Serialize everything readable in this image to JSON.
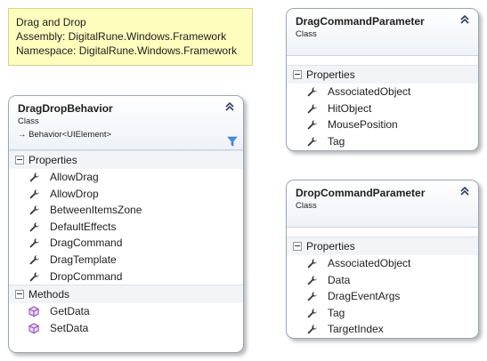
{
  "note": {
    "line1": "Drag and Drop",
    "line2": "Assembly: DigitalRune.Windows.Framework",
    "line3": "Namespace: DigitalRune.Windows.Framework"
  },
  "classes": {
    "drag_drop_behavior": {
      "name": "DragDropBehavior",
      "kind": "Class",
      "base": "Behavior<UIElement>",
      "properties_label": "Properties",
      "properties": [
        "AllowDrag",
        "AllowDrop",
        "BetweenItemsZone",
        "DefaultEffects",
        "DragCommand",
        "DragTemplate",
        "DropCommand"
      ],
      "methods_label": "Methods",
      "methods": [
        "GetData",
        "SetData"
      ]
    },
    "drag_command_parameter": {
      "name": "DragCommandParameter",
      "kind": "Class",
      "properties_label": "Properties",
      "properties": [
        "AssociatedObject",
        "HitObject",
        "MousePosition",
        "Tag"
      ]
    },
    "drop_command_parameter": {
      "name": "DropCommandParameter",
      "kind": "Class",
      "properties_label": "Properties",
      "properties": [
        "AssociatedObject",
        "Data",
        "DragEventArgs",
        "Tag",
        "TargetIndex"
      ]
    }
  },
  "icons": {
    "collapse": "double-chevron-up-icon",
    "property": "wrench-icon",
    "method": "cube-icon",
    "filter": "funnel-icon"
  },
  "colors": {
    "note_background": "#fdfdbd",
    "box_border": "#9aa6b5",
    "method_icon": "#8a3fb5"
  }
}
